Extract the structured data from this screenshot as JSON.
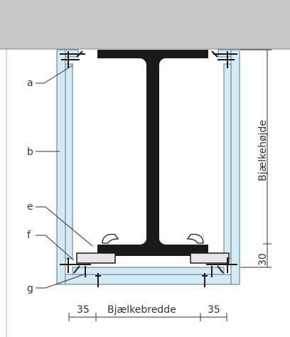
{
  "diagram": {
    "callouts": [
      "a",
      "b",
      "e",
      "f",
      "g"
    ],
    "vertical_dimensions": {
      "beam_height_label": "Bjælkehøjde",
      "bottom_offset": "30"
    },
    "horizontal_dimensions": {
      "left_offset": "35",
      "beam_width_label": "Bjælkebredde",
      "right_offset": "35"
    },
    "colors": {
      "ceiling": "#c8c8c8",
      "board_fill": "#d4ebf6",
      "board_stroke": "#6f8a99",
      "steel": "#1a1a1a",
      "line": "#333333"
    }
  }
}
